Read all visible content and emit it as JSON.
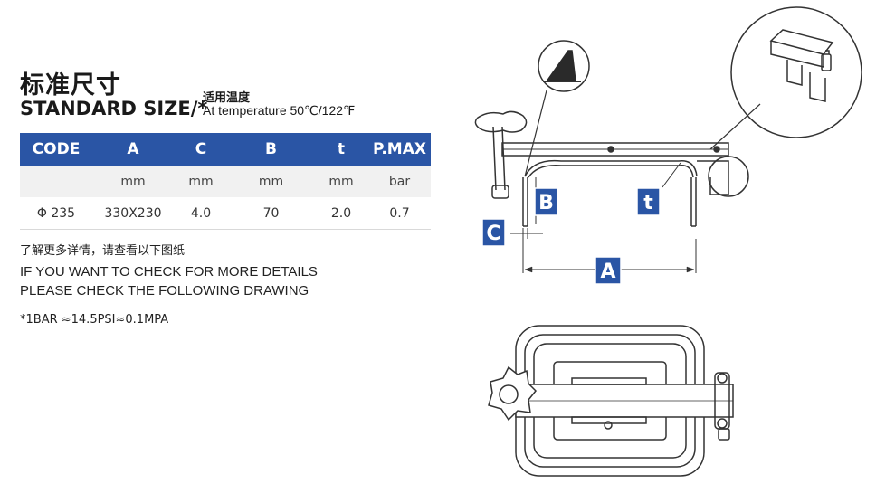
{
  "heading": {
    "title_cn": "标准尺寸",
    "title_en": "STANDARD SIZE/*",
    "temp_cn": "适用温度",
    "temp_en": "At temperature 50℃/122℉"
  },
  "table": {
    "headers": [
      "CODE",
      "A",
      "C",
      "B",
      "t",
      "P.MAX"
    ],
    "units": [
      "",
      "mm",
      "mm",
      "mm",
      "mm",
      "bar"
    ],
    "rows": [
      [
        "Φ 235",
        "330X230",
        "4.0",
        "70",
        "2.0",
        "0.7"
      ]
    ]
  },
  "notes": {
    "cn": "了解更多详情，请查看以下图纸",
    "en_line1": "IF YOU WANT TO CHECK FOR MORE DETAILS",
    "en_line2": "PLEASE CHECK THE FOLLOWING DRAWING",
    "pressure": "*1BAR ≈14.5PSI≈0.1MPA"
  },
  "drawing": {
    "labels": {
      "A": "A",
      "B": "B",
      "C": "C",
      "t": "t"
    },
    "colors": {
      "label_bg": "#2a55a5",
      "label_fg": "#ffffff",
      "line": "#333333"
    }
  }
}
